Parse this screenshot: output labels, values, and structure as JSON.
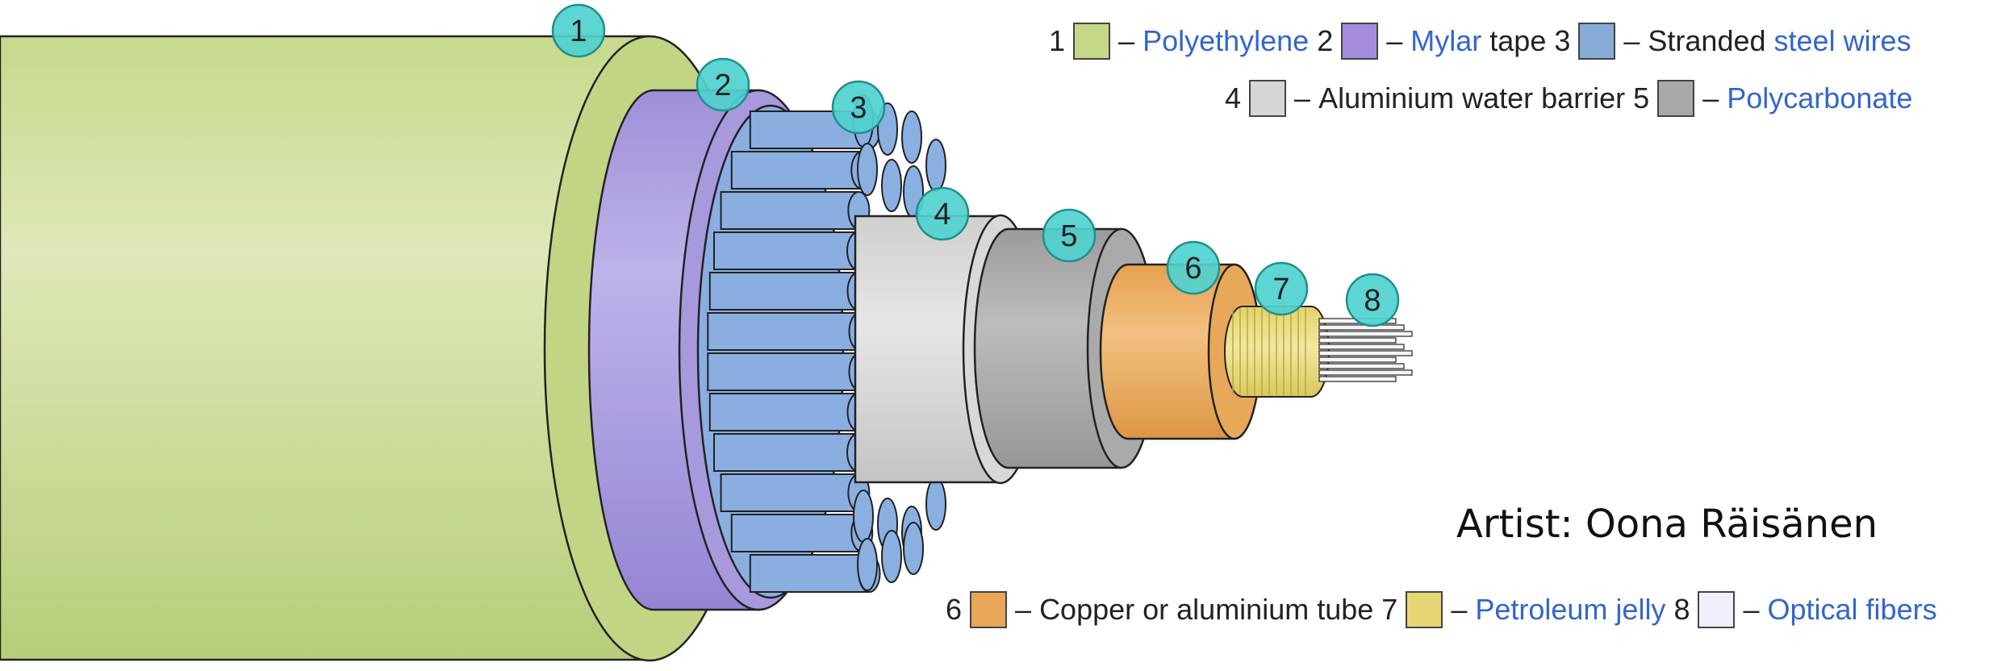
{
  "credit": "Artist: Oona Räisänen",
  "colors": {
    "polyethylene": "#bfd27f",
    "mylar": "#a594dc",
    "steel": "#8aaee0",
    "aluminium": "#d4d4d4",
    "polycarbonate": "#a6a6a6",
    "copper": "#e8a85a",
    "jelly": "#e8d870",
    "fiber": "#f0f0fa",
    "marker": "#4fd1cf"
  },
  "legend": [
    {
      "num": "1",
      "before": "",
      "link": "Polyethylene",
      "after": "",
      "color": "#c4d888"
    },
    {
      "num": "2",
      "before": "",
      "link": "Mylar",
      "after": " tape",
      "color": "#a48ddf"
    },
    {
      "num": "3",
      "before": "Stranded ",
      "link": "steel wires",
      "after": "",
      "color": "#87acd8"
    },
    {
      "num": "4",
      "before": "Aluminium water barrier",
      "link": "",
      "after": "",
      "color": "#d6d6d6"
    },
    {
      "num": "5",
      "before": "",
      "link": "Polycarbonate",
      "after": "",
      "color": "#a8a8a8"
    },
    {
      "num": "6",
      "before": "Copper or aluminium tube",
      "link": "",
      "after": "",
      "color": "#e8a65a"
    },
    {
      "num": "7",
      "before": "",
      "link": "Petroleum jelly",
      "after": "",
      "color": "#e6d673"
    },
    {
      "num": "8",
      "before": "",
      "link": "Optical fibers",
      "after": "",
      "color": "#f0f0fc"
    }
  ],
  "markers": [
    "1",
    "2",
    "3",
    "4",
    "5",
    "6",
    "7",
    "8"
  ]
}
